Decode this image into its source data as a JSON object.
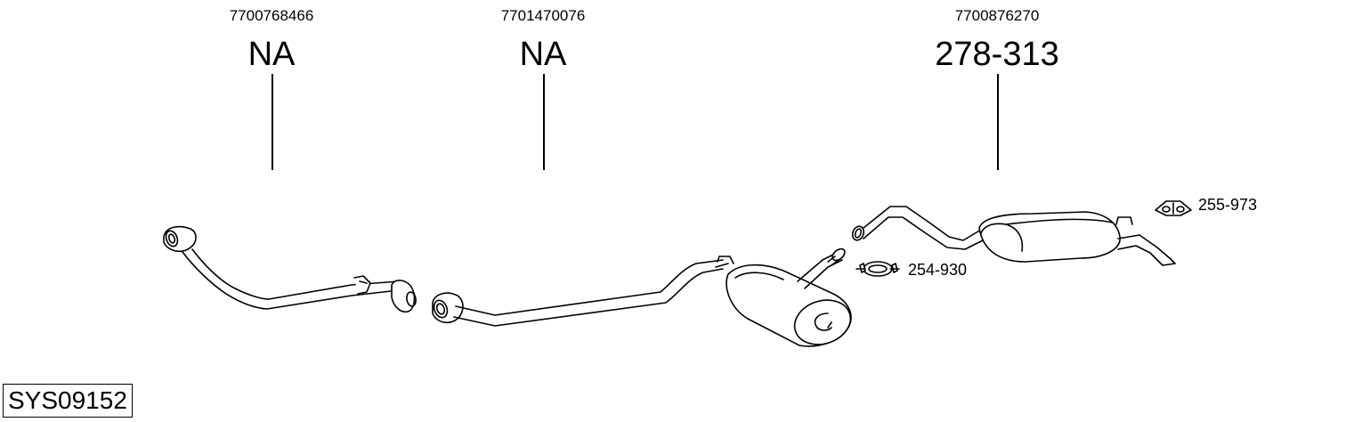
{
  "groups": [
    {
      "oem_number": "7700768466",
      "part_number": "NA"
    },
    {
      "oem_number": "7701470076",
      "part_number": "NA"
    },
    {
      "oem_number": "7700876270",
      "part_number": "278-313"
    }
  ],
  "accessories": [
    {
      "part_number": "255-973",
      "icon": "rubber-mount-icon"
    },
    {
      "part_number": "254-930",
      "icon": "pipe-clamp-icon"
    }
  ],
  "system_id": "SYS09152",
  "colors": {
    "line": "#000000",
    "background": "#ffffff"
  }
}
